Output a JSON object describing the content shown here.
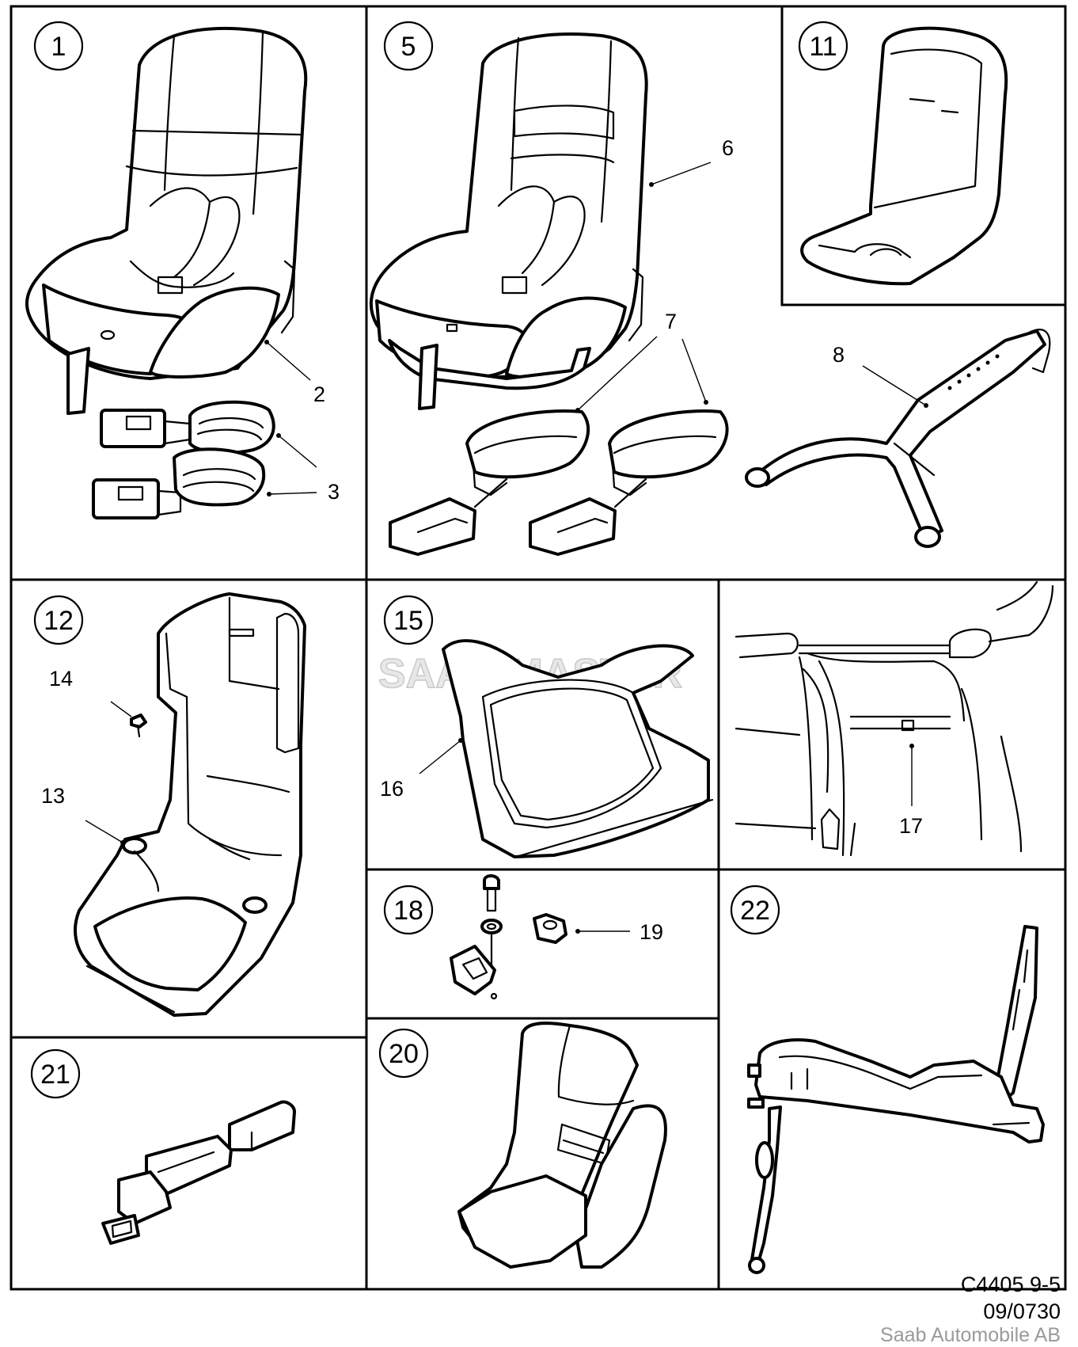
{
  "watermark": "SAAB-MASTER",
  "drawing_code": "C4405 9-5",
  "drawing_date": "09/0730",
  "company": "Saab Automobile AB",
  "panels": {
    "p1": {
      "number": "1"
    },
    "p5": {
      "number": "5"
    },
    "p11": {
      "number": "11"
    },
    "p12": {
      "number": "12"
    },
    "p15": {
      "number": "15"
    },
    "p18": {
      "number": "18"
    },
    "p20": {
      "number": "20"
    },
    "p21": {
      "number": "21"
    },
    "p22": {
      "number": "22"
    }
  },
  "callouts": {
    "c2": "2",
    "c3": "3",
    "c6": "6",
    "c7": "7",
    "c8": "8",
    "c13": "13",
    "c14": "14",
    "c16": "16",
    "c17": "17",
    "c19": "19"
  }
}
